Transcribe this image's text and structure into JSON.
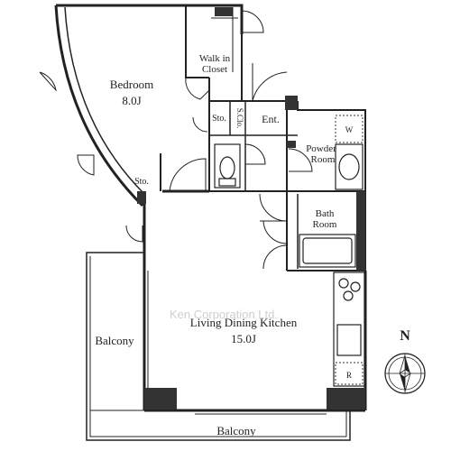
{
  "rooms": {
    "bedroom": {
      "name": "Bedroom",
      "size": "8.0J"
    },
    "walk_in_closet": {
      "line1": "Walk in",
      "line2": "Closet"
    },
    "storage_1": "Sto.",
    "shoe_closet": "S.Clo.",
    "entrance": "Ent.",
    "powder_room": {
      "line1": "Powder",
      "line2": "Room"
    },
    "washer": "W",
    "storage_2": "Sto.",
    "bath_room": {
      "line1": "Bath",
      "line2": "Room"
    },
    "ldk": {
      "name": "Living Dining Kitchen",
      "size": "15.0J"
    },
    "balcony_side": "Balcony",
    "balcony_bottom": "Balcony",
    "fridge": "R"
  },
  "compass": {
    "label": "N"
  },
  "watermark": "Ken Corporation Ltd."
}
